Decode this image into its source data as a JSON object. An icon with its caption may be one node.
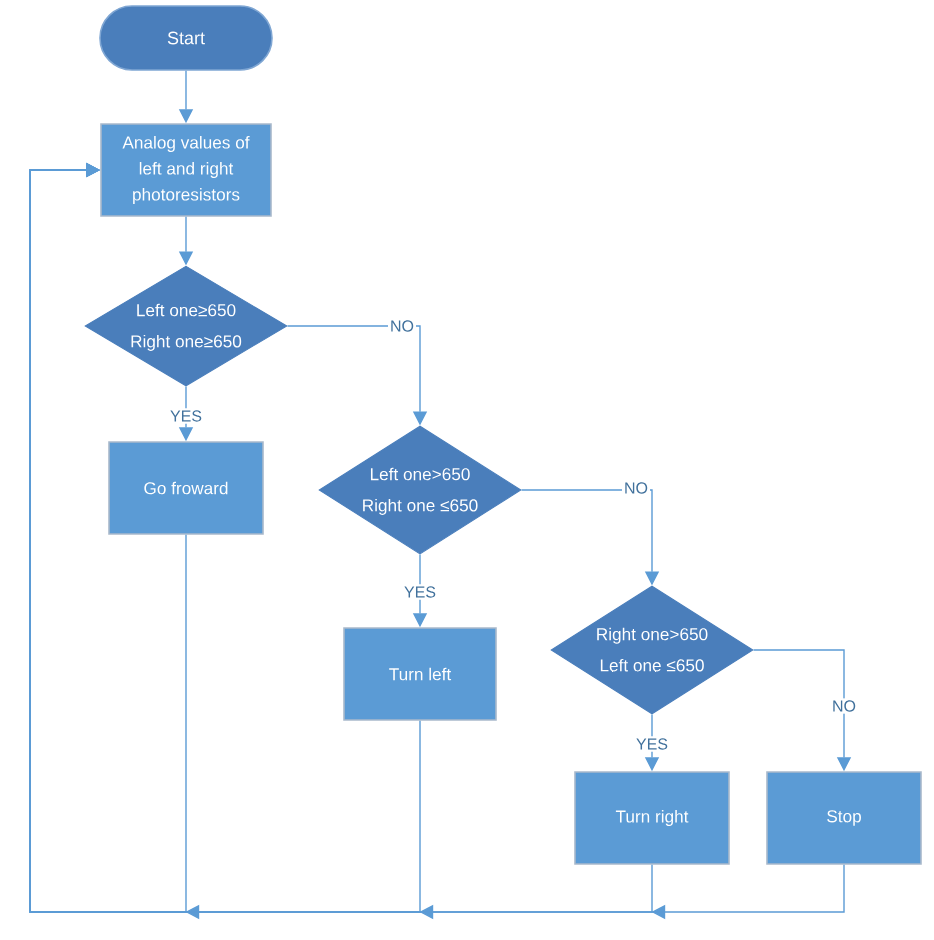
{
  "diagram": {
    "nodes": [
      {
        "text": [
          "Start"
        ]
      },
      {
        "text": [
          "Analog values of left and right photoresistors"
        ]
      },
      {
        "text": [
          "Left one≥650",
          "Right one≥650"
        ]
      },
      {
        "text": [
          "Go froward"
        ]
      },
      {
        "text": [
          "Left one>650",
          "Right one ≤650"
        ]
      },
      {
        "text": [
          "Turn left"
        ]
      },
      {
        "text": [
          "Right one>650",
          "Left one ≤650"
        ]
      },
      {
        "text": [
          "Turn right"
        ]
      },
      {
        "text": [
          "Stop"
        ]
      }
    ],
    "edges": [
      {
        "from": 0,
        "to": 1,
        "arrow": "to"
      },
      {
        "from": 1,
        "to": 2,
        "arrow": "to"
      },
      {
        "from": 2,
        "to": 3,
        "arrow": "to",
        "label": "YES"
      },
      {
        "from": 2,
        "to": 4,
        "arrow": "to",
        "label": "NO"
      },
      {
        "from": 4,
        "to": 5,
        "arrow": "to",
        "label": "YES"
      },
      {
        "from": 4,
        "to": 6,
        "arrow": "to",
        "label": "NO"
      },
      {
        "from": 6,
        "to": 7,
        "arrow": "to",
        "label": "YES"
      },
      {
        "from": 6,
        "to": 8,
        "arrow": "to",
        "label": "NO"
      },
      {
        "from": 3,
        "to": 1,
        "arrow": "to"
      },
      {
        "from": 5,
        "to": 1,
        "arrow": "to"
      },
      {
        "from": 7,
        "to": 1,
        "arrow": "to"
      },
      {
        "from": 8,
        "to": 1,
        "arrow": "to"
      }
    ]
  }
}
